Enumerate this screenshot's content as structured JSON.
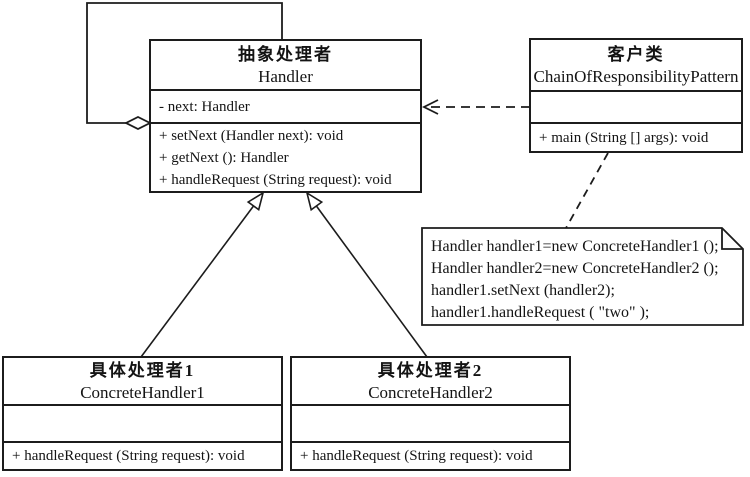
{
  "colors": {
    "line": "#1c1c1c",
    "background": "#ffffff"
  },
  "classes": {
    "handler": {
      "title_zh": "抽象处理者",
      "title_en": "Handler",
      "attributes": [
        "- next: Handler"
      ],
      "methods": [
        "+ setNext (Handler next): void",
        "+ getNext (): Handler",
        "+ handleRequest (String request): void"
      ]
    },
    "client": {
      "title_zh": "客户类",
      "title_en": "ChainOfResponsibilityPattern",
      "attributes": [],
      "methods": [
        "+ main (String [] args): void"
      ]
    },
    "concrete1": {
      "title_zh": "具体处理者1",
      "title_en": "ConcreteHandler1",
      "attributes": [],
      "methods": [
        "+ handleRequest (String request): void"
      ]
    },
    "concrete2": {
      "title_zh": "具体处理者2",
      "title_en": "ConcreteHandler2",
      "attributes": [],
      "methods": [
        "+ handleRequest (String request): void"
      ]
    }
  },
  "note": {
    "lines": [
      "Handler handler1=new ConcreteHandler1 ();",
      "Handler handler2=new ConcreteHandler2 ();",
      "handler1.setNext (handler2);",
      "handler1.handleRequest ( \"two\"  );"
    ]
  }
}
